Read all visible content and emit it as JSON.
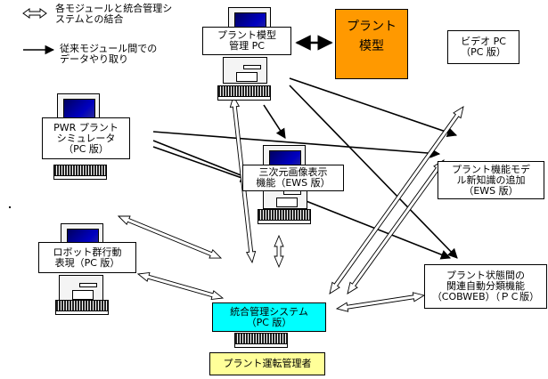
{
  "legend": {
    "double_arrow_label_line1": "各モジュールと統合管理シ",
    "double_arrow_label_line2": "ステムとの結合",
    "single_arrow_label_line1": "従来モジュール間での",
    "single_arrow_label_line2": "データやり取り"
  },
  "nodes": {
    "plant_model_pc": {
      "line1": "プラント模型",
      "line2": "管理 PC"
    },
    "plant_model": {
      "line1": "プラント",
      "line2": "模型",
      "color": "#ff9900"
    },
    "video_pc": {
      "line1": "ビデオ PC",
      "line2": "（PC 版）"
    },
    "pwr_simulator": {
      "line1": "PWR プラント",
      "line2": "シミュレータ",
      "line3": "（PC 版）"
    },
    "three_d_display": {
      "line1": "三次元画像表示",
      "line2": "機能（EWS 版）"
    },
    "knowledge_add": {
      "line1": "プラント機能モデ",
      "line2": "ル新知識の追加",
      "line3": "（EWS 版）"
    },
    "robot_behavior": {
      "line1": "ロボット群行動",
      "line2": "表現（PC 版）"
    },
    "integrated_system": {
      "line1": "統合管理システム",
      "line2": "（PC 版）",
      "color": "#00ffff"
    },
    "state_classification": {
      "line1": "プラント状態間の",
      "line2": "関連自動分類機能",
      "line3": "（COBWEB）（ＰＣ版）"
    },
    "operator": {
      "label": "プラント運転管理者",
      "color": "#ffff99"
    }
  },
  "connections": {
    "integration_links": [
      [
        "plant_model_pc",
        "integrated_system"
      ],
      [
        "pwr_simulator",
        "integrated_system"
      ],
      [
        "robot_behavior",
        "integrated_system"
      ],
      [
        "three_d_display",
        "integrated_system"
      ],
      [
        "knowledge_add",
        "integrated_system"
      ],
      [
        "video_pc",
        "integrated_system"
      ],
      [
        "state_classification",
        "integrated_system"
      ]
    ],
    "data_exchange_links": [
      [
        "plant_model_pc",
        "plant_model",
        "bidirectional"
      ],
      [
        "plant_model_pc",
        "three_d_display"
      ],
      [
        "plant_model_pc",
        "knowledge_add"
      ],
      [
        "plant_model_pc",
        "state_classification"
      ],
      [
        "pwr_simulator",
        "three_d_display"
      ],
      [
        "pwr_simulator",
        "knowledge_add"
      ],
      [
        "pwr_simulator",
        "state_classification"
      ]
    ]
  }
}
